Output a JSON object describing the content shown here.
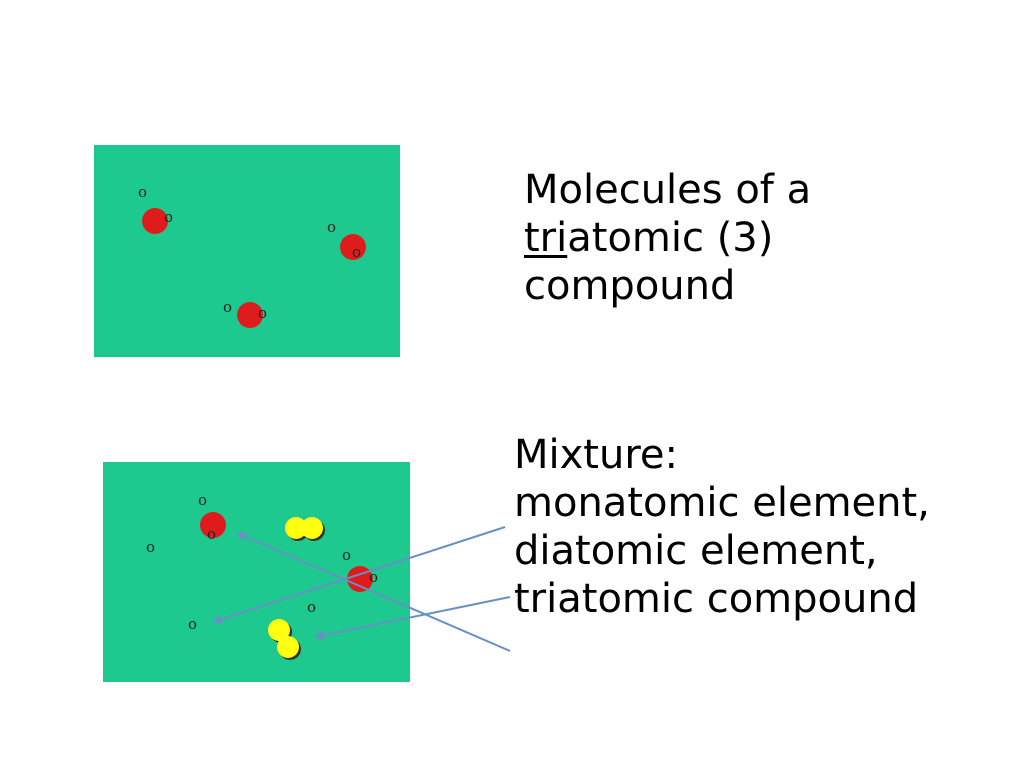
{
  "top_caption": {
    "line1": "Molecules of a",
    "line2_underlined": "tri",
    "line2_rest": "atomic (3)",
    "line3": "compound"
  },
  "bottom_caption": {
    "line1": "Mixture:",
    "line2": "monatomic element,",
    "line3": "diatomic element,",
    "line4": "triatomic compound"
  },
  "atom_label": "o",
  "colors": {
    "panel": "#1dc98e",
    "red_atom": "#e01b1b",
    "yellow_atom": "#ffff10",
    "arrow": "#6a8fc4"
  }
}
